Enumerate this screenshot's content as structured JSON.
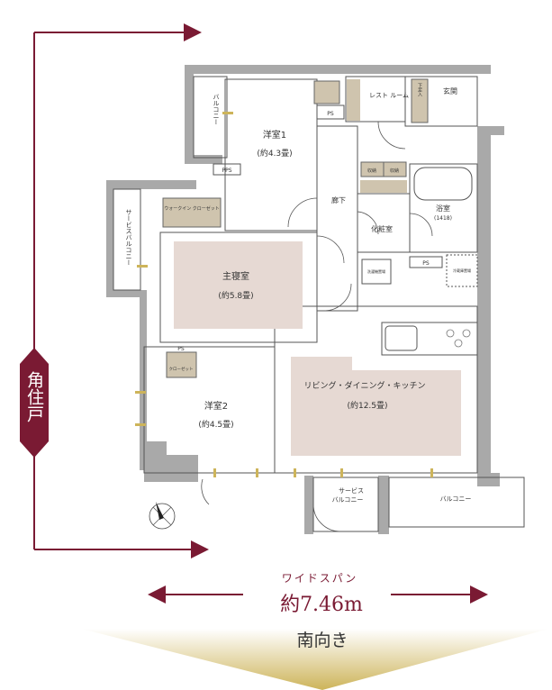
{
  "badge": {
    "label": "角住戸",
    "color": "#7a1a33"
  },
  "rooms": {
    "western1": {
      "name": "洋室1",
      "size": "(約4.3畳)"
    },
    "master": {
      "name": "主寝室",
      "size": "(約5.8畳)"
    },
    "western2": {
      "name": "洋室2",
      "size": "(約4.5畳)"
    },
    "ldk": {
      "name": "リビング・ダイニング・キッチン",
      "size": "(約12.5畳)"
    },
    "bath": {
      "name": "浴室",
      "size": "(1418)"
    },
    "powder": {
      "name": "化粧室"
    },
    "hall": {
      "name": "廊下"
    },
    "entrance": {
      "name": "玄関"
    },
    "restroom": {
      "name": "レスト ルーム"
    },
    "wic": {
      "name": "ウォークイン クローゼット"
    }
  },
  "labels": {
    "balcony_w1": "バルコニー",
    "service_balcony_left": "サービスバルコニー",
    "service_balcony_bottom_1": "サービス",
    "service_balcony_bottom_2": "バルコニー",
    "balcony_bottom": "バルコニー",
    "ps": "PS",
    "pps": "PPS",
    "closet": "クローゼット",
    "storage": "収納",
    "shoe_storage": "下足入",
    "washer": "洗濯機置場",
    "fridge": "冷蔵庫置場"
  },
  "span": {
    "title": "ワイドスパン",
    "value": "約7.46m"
  },
  "orientation": "南向き",
  "colors": {
    "accent": "#7a1a33",
    "room_fill": "#e6d9d3",
    "storage_fill": "#cfc4ae",
    "wall": "#a9a9a9",
    "gold": "#cdb45a"
  },
  "compass": "north-arrow"
}
